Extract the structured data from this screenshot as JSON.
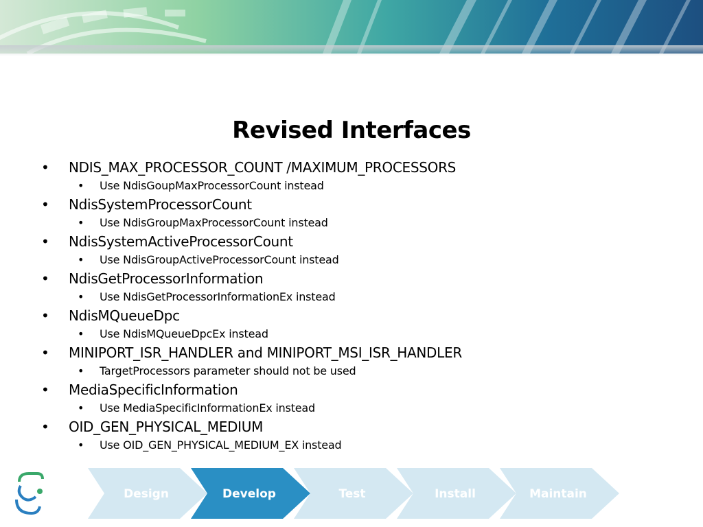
{
  "slide": {
    "title": "Revised Interfaces",
    "items": [
      {
        "text": "NDIS_MAX_PROCESSOR_COUNT /MAXIMUM_PROCESSORS",
        "sub": "Use NdisGoupMaxProcessorCount instead"
      },
      {
        "text": "NdisSystemProcessorCount",
        "sub": "Use NdisGroupMaxProcessorCount instead"
      },
      {
        "text": "NdisSystemActiveProcessorCount",
        "sub": "Use NdisGroupActiveProcessorCount instead"
      },
      {
        "text": "NdisGetProcessorInformation",
        "sub": "Use NdisGetProcessorInformationEx instead"
      },
      {
        "text": "NdisMQueueDpc",
        "sub": "Use NdisMQueueDpcEx instead"
      },
      {
        "text": "MINIPORT_ISR_HANDLER and MINIPORT_MSI_ISR_HANDLER",
        "sub": "TargetProcessors parameter should not be used"
      },
      {
        "text": "MediaSpecificInformation",
        "sub": "Use MediaSpecificInformationEx instead"
      },
      {
        "text": "OID_GEN_PHYSICAL_MEDIUM",
        "sub": "Use OID_GEN_PHYSICAL_MEDIUM_EX instead"
      }
    ],
    "bullet": "•"
  },
  "footer": {
    "steps": [
      "Design",
      "Develop",
      "Test",
      "Install",
      "Maintain"
    ],
    "active_step": "Develop"
  },
  "colors": {
    "active_arrow": "#2a8fc4",
    "inactive_arrow": "#cfe6f1",
    "step_text": "#ffffff"
  },
  "icons": [
    "logo-icon"
  ]
}
